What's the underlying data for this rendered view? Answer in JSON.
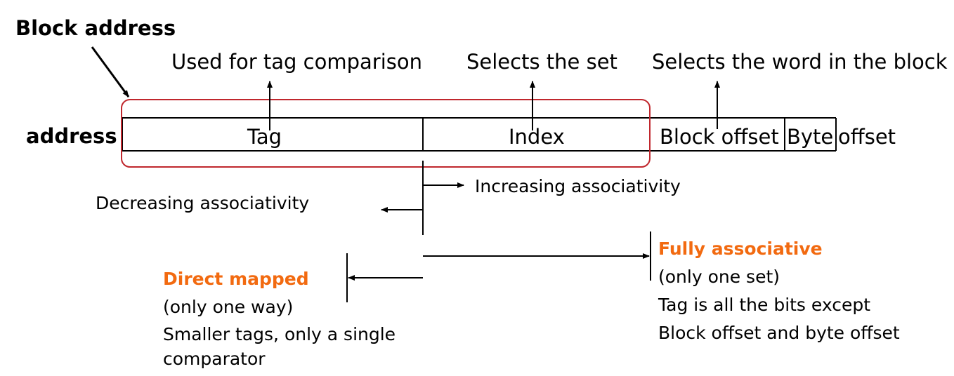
{
  "title": "Block address",
  "row_label": "address",
  "fields": {
    "tag": "Tag",
    "index": "Index",
    "block_offset": "Block offset",
    "byte": "Byte",
    "offset_suffix": "offset"
  },
  "annotations": {
    "tag": "Used for tag comparison",
    "index": "Selects the set",
    "block_offset": "Selects the word in the block"
  },
  "associativity": {
    "increasing": "Increasing associativity",
    "decreasing": "Decreasing associativity"
  },
  "direct_mapped": {
    "heading": "Direct mapped",
    "lines": [
      "(only one way)",
      "Smaller tags, only a single",
      "comparator"
    ]
  },
  "fully_associative": {
    "heading": "Fully associative",
    "lines": [
      "(only one set)",
      "Tag is all the bits except",
      "Block offset and byte offset"
    ]
  },
  "colors": {
    "highlight_box": "#c0272d",
    "heading_accent": "#f26a10"
  }
}
